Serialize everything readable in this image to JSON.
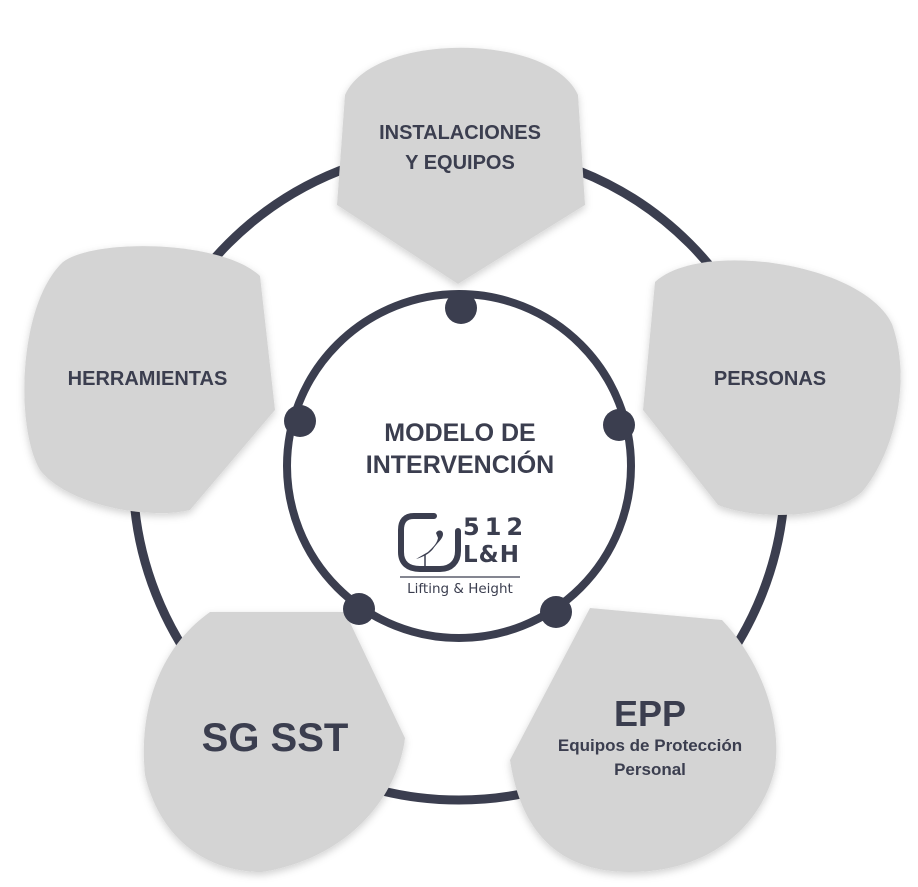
{
  "diagram": {
    "center_title": [
      "MODELO DE",
      "INTERVENCIÓN"
    ],
    "logo": {
      "number": "512",
      "letters": "L&H",
      "tagline": "Lifting & Height",
      "icon": "heron-icon"
    },
    "petals": {
      "top": [
        "INSTALACIONES",
        "Y EQUIPOS"
      ],
      "right": "PERSONAS",
      "left": "HERRAMIENTAS",
      "bottom_left": "SG SST",
      "bottom_right": {
        "title": "EPP",
        "subtitle": [
          "Equipos de Protección",
          "Personal"
        ]
      }
    },
    "colors": {
      "petal_fill": "#d4d4d4",
      "ring": "#3b3e4f",
      "text": "#3b3e4f"
    }
  }
}
